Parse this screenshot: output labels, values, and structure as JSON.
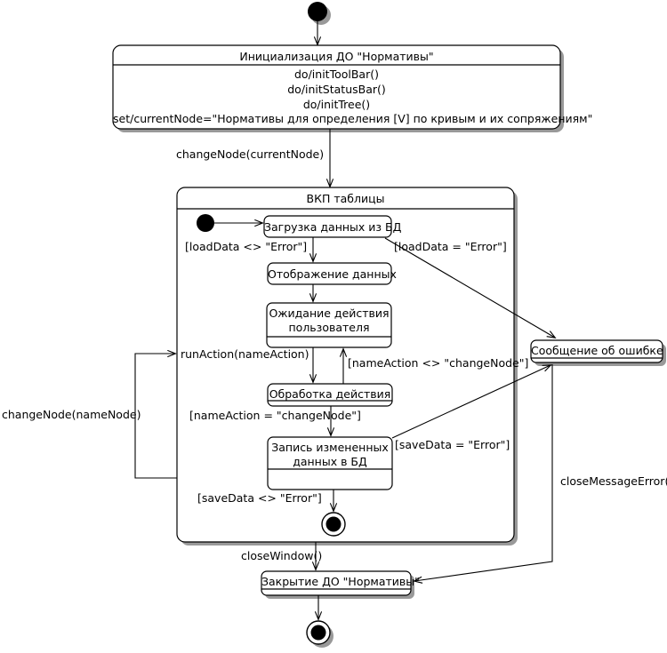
{
  "diagram": {
    "type": "uml-state-machine",
    "language": "ru",
    "states": {
      "init_state": {
        "name": "Инициализация ДО \"Нормативы\"",
        "actions": [
          "do/initToolBar()",
          "do/initStatusBar()",
          "do/initTree()",
          "set/currentNode=\"Нормативы для определения [V] по кривым и их сопряжениям\""
        ]
      },
      "composite": {
        "name": "ВКП таблицы"
      },
      "load_data": {
        "name": "Загрузка данных из БД"
      },
      "show_data": {
        "name": "Отображение данных"
      },
      "wait_user": {
        "name": "Ожидание действия\nпользователя",
        "line1": "Ожидание действия",
        "line2": "пользователя"
      },
      "process_action": {
        "name": "Обработка действия"
      },
      "save_data": {
        "name": "Запись измененных\nданных в БД",
        "line1": "Запись измененных",
        "line2": "данных в БД"
      },
      "error_message": {
        "name": "Сообщение об ошибке"
      },
      "close_state": {
        "name": "Закрытие ДО \"Нормативы\""
      }
    },
    "transitions": {
      "change_node_current": "changeNode(currentNode)",
      "load_ok": "[loadData <> \"Error\"]",
      "load_error": "[loadData = \"Error\"]",
      "run_action": "runAction(nameAction)",
      "name_action_ne": "[nameAction <> \"changeNode\"]",
      "name_action_eq": "[nameAction = \"changeNode\"]",
      "save_error": "[saveData = \"Error\"]",
      "save_ok": "[saveData <> \"Error\"]",
      "change_node_name": "changeNode(nameNode)",
      "close_window": "closeWindow()",
      "close_message_error": "closeMessageError()"
    },
    "pseudostates": {
      "start_top": "initial-state",
      "start_inner": "initial-state",
      "end_inner": "final-state",
      "end_bottom": "final-state"
    },
    "colors": {
      "stroke": "#000000",
      "fill": "#ffffff",
      "shadow": "#999999"
    }
  }
}
